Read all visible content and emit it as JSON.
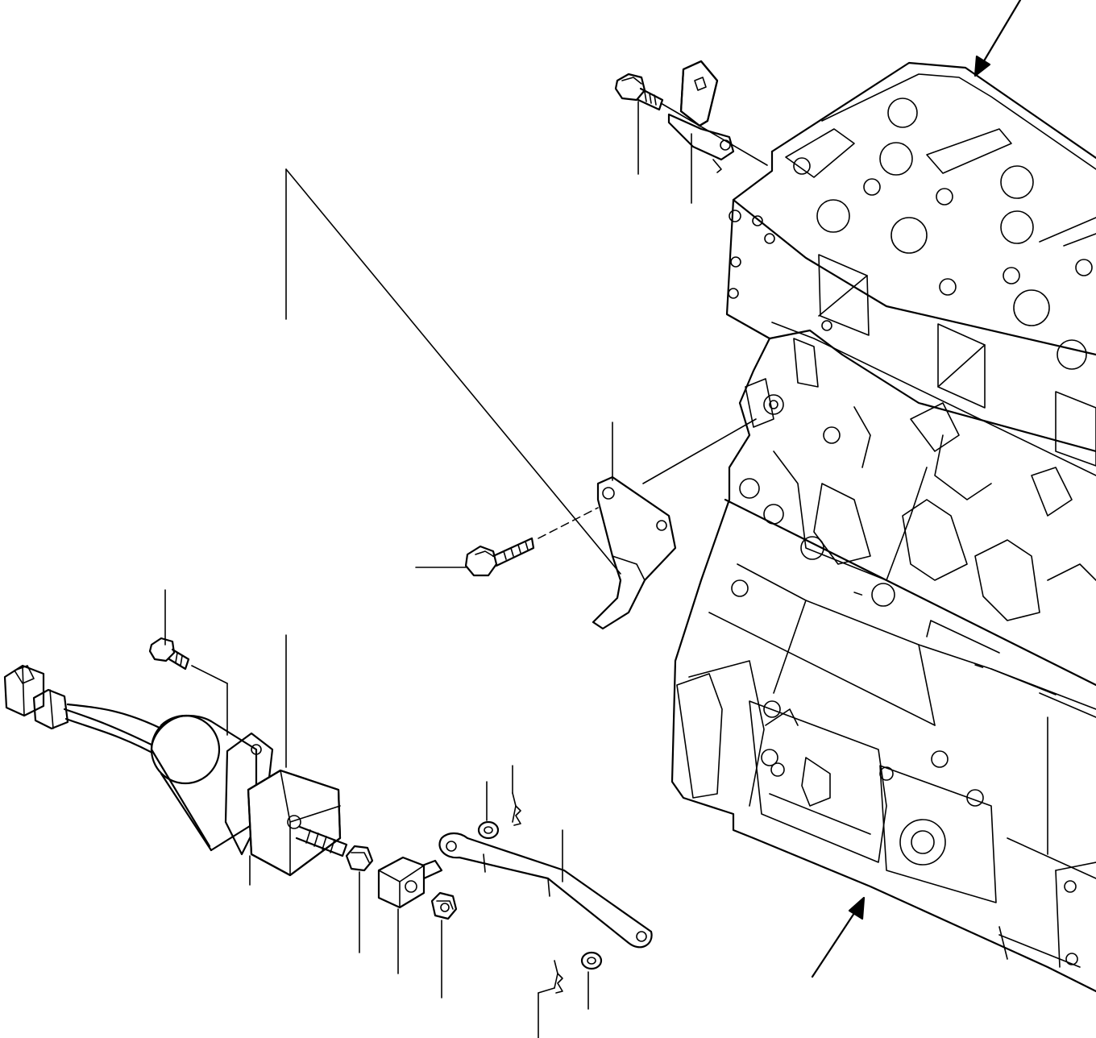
{
  "diagram": {
    "type": "exploded parts drawing",
    "components": [
      "engine-block",
      "cylinder-head",
      "stop-solenoid",
      "solenoid-connector",
      "mounting-bracket",
      "bracket-bolt",
      "solenoid-bolt",
      "sensor-bracket",
      "sensor-bolt",
      "link-lever",
      "link-block",
      "nut",
      "washer",
      "split-pin"
    ],
    "colors": {
      "line": "#000000",
      "background": "#ffffff"
    }
  }
}
